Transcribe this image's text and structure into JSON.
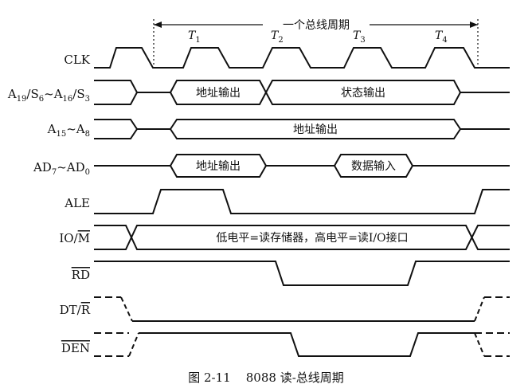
{
  "diagram": {
    "title": "一个总线周期",
    "phases": [
      {
        "main": "T",
        "sub": "1"
      },
      {
        "main": "T",
        "sub": "2"
      },
      {
        "main": "T",
        "sub": "3"
      },
      {
        "main": "T",
        "sub": "4"
      }
    ],
    "signals": {
      "clk": "CLK",
      "a19": {
        "p1": "A",
        "s1": "19",
        "p2": "/S",
        "s2": "6",
        "p3": "~A",
        "s3": "16",
        "p4": "/S",
        "s4": "3"
      },
      "a15": {
        "p1": "A",
        "s1": "15",
        "p2": "~A",
        "s2": "8"
      },
      "ad": {
        "p1": "AD",
        "s1": "7",
        "p2": "~AD",
        "s2": "0"
      },
      "ale": "ALE",
      "iom": {
        "p1": "IO/",
        "p2": "M"
      },
      "rd": "RD",
      "dtr": {
        "p1": "DT/",
        "p2": "R"
      },
      "den": "DEN"
    },
    "bus_labels": {
      "a19_addr": "地址输出",
      "a19_status": "状态输出",
      "a15_addr": "地址输出",
      "ad_addr": "地址输出",
      "ad_data": "数据输入",
      "iom_note": "低电平=读存储器，高电平=读I/O接口"
    },
    "caption": "图 2-11    8088 读-总线周期"
  }
}
